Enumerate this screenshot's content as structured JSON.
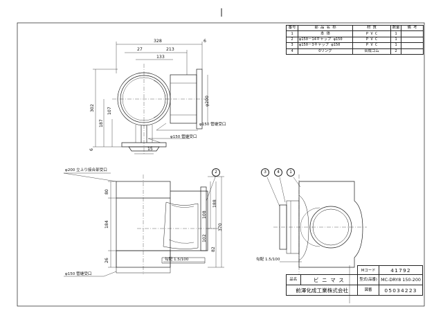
{
  "parts_table": {
    "headers": [
      "番号",
      "部 品 名 称",
      "材 質",
      "数量",
      "備 考"
    ],
    "rows": [
      [
        "1",
        "本 体",
        "P V C",
        "1",
        ""
      ],
      [
        "2",
        "φ150－14キャップ φ150",
        "P V C",
        "1",
        ""
      ],
      [
        "3",
        "φ150－3キャップ φ150",
        "P V C",
        "1",
        ""
      ],
      [
        "4",
        "Oリング",
        "合成ゴム",
        "2",
        ""
      ]
    ]
  },
  "title_block": {
    "m_code_label": "Mコード",
    "m_code": "41792",
    "name_label": "品名",
    "name_value": "ビ ニ マ ス",
    "model_label": "型式(品番)",
    "model_value": "MC-DRY8 150-200",
    "company": "前澤化成工業株式会社",
    "drawing_label": "図番",
    "drawing_number": "05034223"
  },
  "dimensions": {
    "top_width": "328",
    "top_right": "6",
    "top_left_offset": "27",
    "top_span": "213",
    "mid_span": "133",
    "height_total": "302",
    "height_upper": "187",
    "height_center": "107",
    "base_offset": "6",
    "base_width": "15",
    "bottom_outlet": "φ150 管継受口",
    "side_outlet": "φ150 管継受口",
    "right_dia": "φ200",
    "front_top_label": "φ200 立上り接合部受口",
    "front_80": "80",
    "front_184": "184",
    "front_26": "26",
    "front_188": "188",
    "front_108": "108",
    "front_102": "102",
    "front_82": "82",
    "front_370": "370",
    "slope_front": "勾配 1.5/100",
    "slope_side": "勾配 1.5/100",
    "front_bottom_outlet": "φ150 管継受口"
  },
  "balloons": {
    "front_2": "2",
    "side_3": "3",
    "side_4": "4",
    "side_1": "1"
  }
}
